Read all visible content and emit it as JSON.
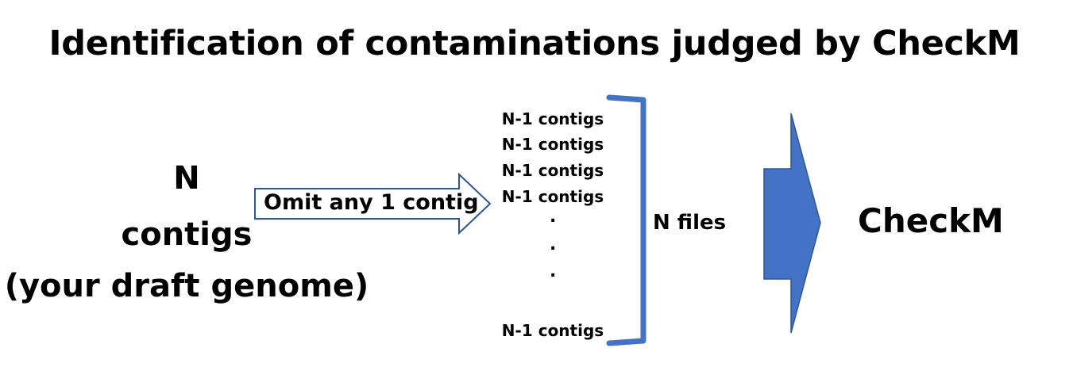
{
  "title": "Identification of contaminations judged by CheckM",
  "input": {
    "line1": "N",
    "line2": "contigs",
    "line3": "(your draft genome)"
  },
  "step_arrow_label": "Omit any 1 contig",
  "contig_list": {
    "items": [
      "N-1 contigs",
      "N-1 contigs",
      "N-1 contigs",
      "N-1 contigs"
    ],
    "ellipsis": ".",
    "last_item": "N-1 contigs"
  },
  "bracket_label": "N files",
  "output": "CheckM",
  "colors": {
    "accent": "#4472C4",
    "arrow_outline": "#2F5597",
    "text": "#000000"
  }
}
